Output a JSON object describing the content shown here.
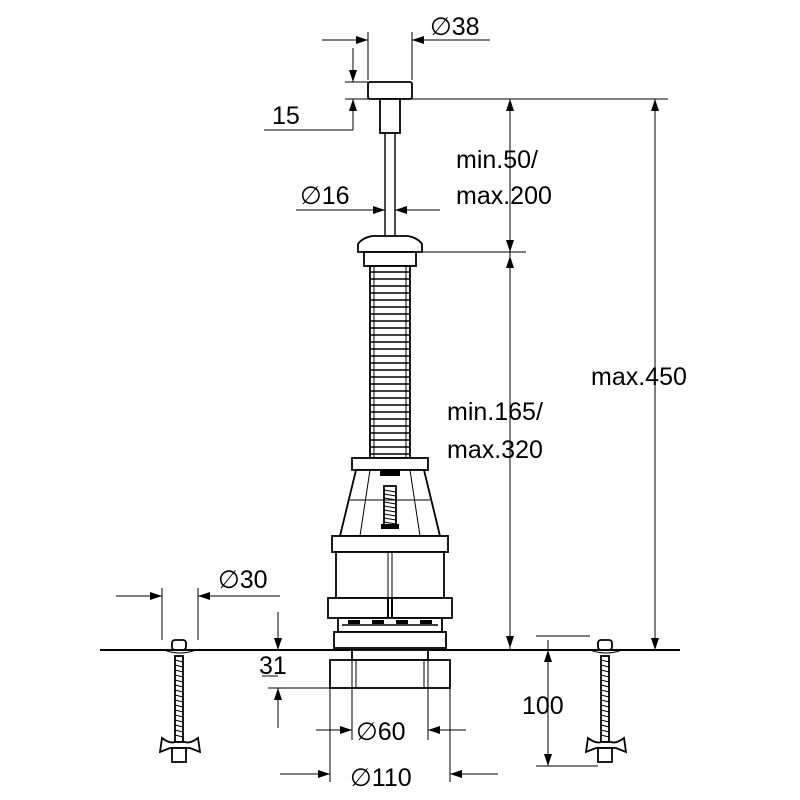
{
  "labels": {
    "head_diameter": "38",
    "head_height": "15",
    "rod_diameter": "16",
    "rod_length_line1": "min.50/",
    "rod_length_line2": "max.200",
    "body_length_line1": "min.165/",
    "body_length_line2": "max.320",
    "total_height": "max.450",
    "bolt_diameter": "30",
    "flange_thickness": "31",
    "bolt_length": "100",
    "outlet_diameter": "60",
    "flange_diameter": "110"
  },
  "symbols": {
    "diameter": "∅"
  }
}
